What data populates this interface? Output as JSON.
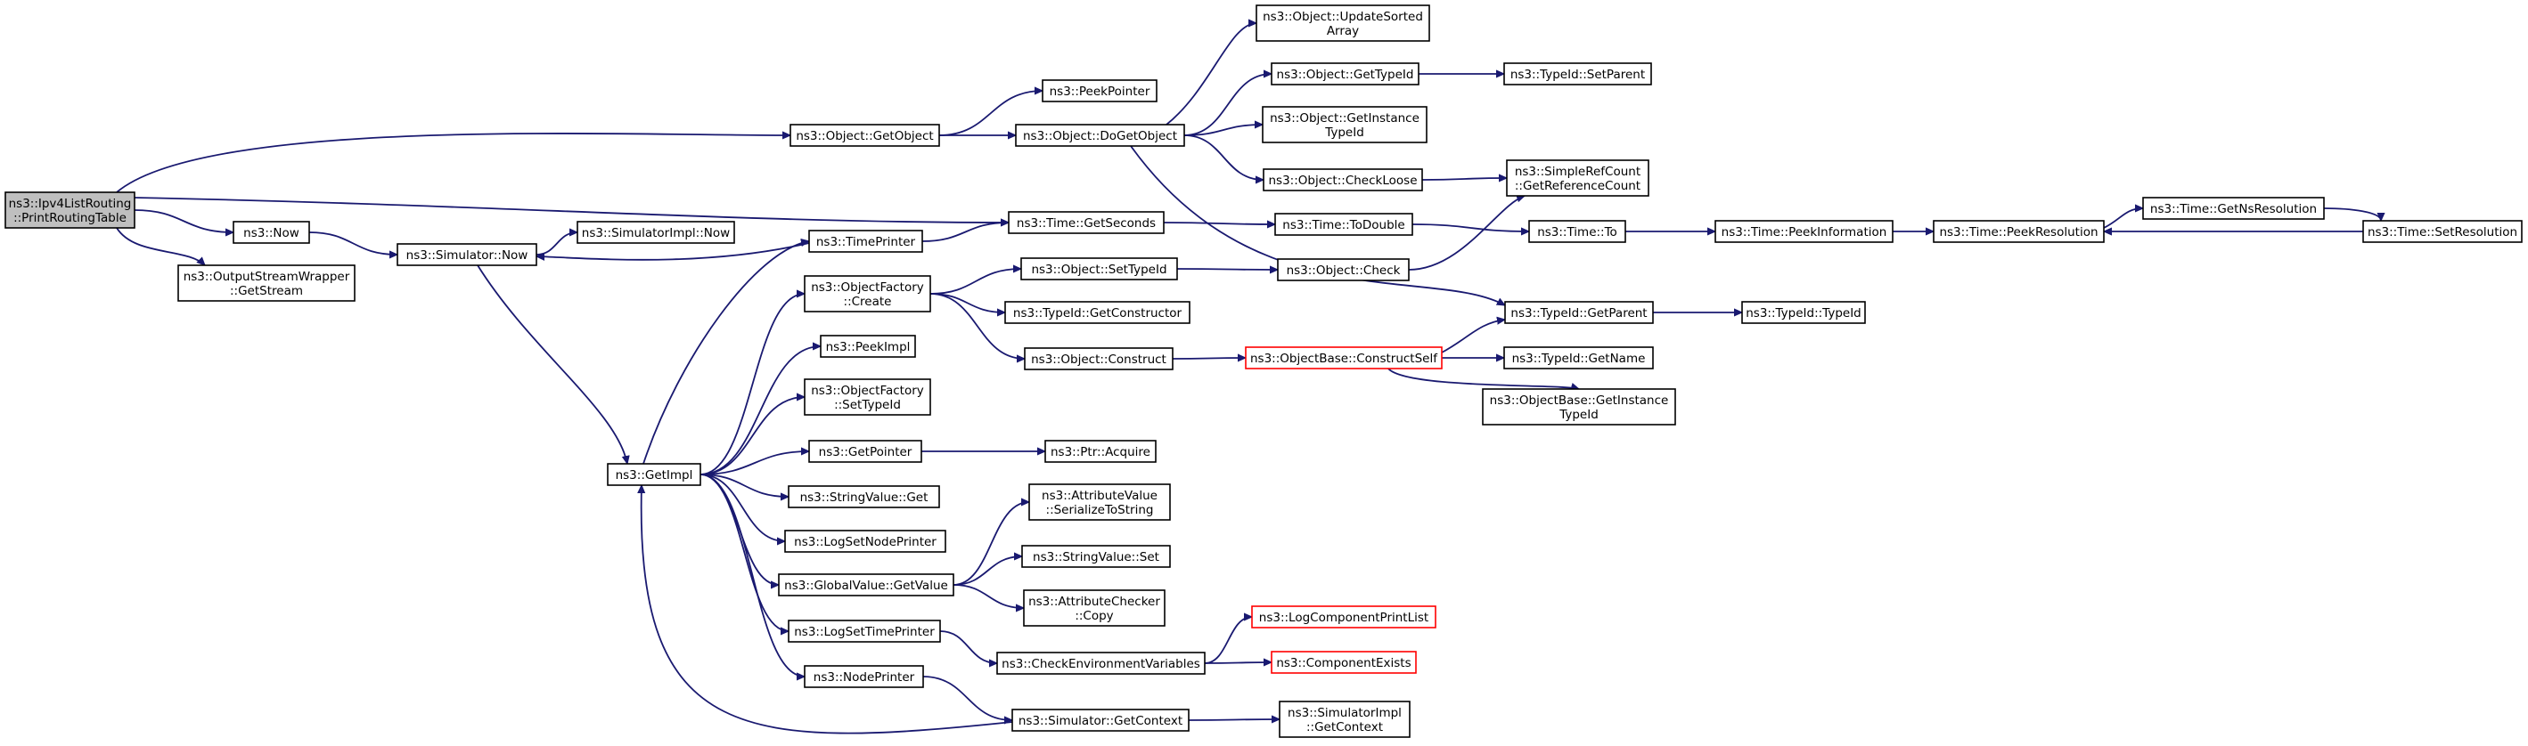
{
  "diagram": {
    "colors": {
      "edge": "#191970",
      "node_border": "#000000",
      "truncated_border": "#ff0000",
      "root_fill": "#bfbfbf",
      "node_fill": "#ffffff"
    },
    "nodes": [
      {
        "id": "root",
        "lines": [
          "ns3::Ipv4ListRouting",
          "::PrintRoutingTable"
        ],
        "style": "root"
      },
      {
        "id": "now",
        "lines": [
          "ns3::Now"
        ]
      },
      {
        "id": "osw",
        "lines": [
          "ns3::OutputStreamWrapper",
          "::GetStream"
        ]
      },
      {
        "id": "simnow",
        "lines": [
          "ns3::Simulator::Now"
        ]
      },
      {
        "id": "simimplnow",
        "lines": [
          "ns3::SimulatorImpl::Now"
        ]
      },
      {
        "id": "getimpl",
        "lines": [
          "ns3::GetImpl"
        ]
      },
      {
        "id": "timeprinter",
        "lines": [
          "ns3::TimePrinter"
        ]
      },
      {
        "id": "objfactcreate",
        "lines": [
          "ns3::ObjectFactory",
          "::Create"
        ]
      },
      {
        "id": "peekimpl",
        "lines": [
          "ns3::PeekImpl"
        ]
      },
      {
        "id": "objfactset",
        "lines": [
          "ns3::ObjectFactory",
          "::SetTypeId"
        ]
      },
      {
        "id": "getpointer",
        "lines": [
          "ns3::GetPointer"
        ]
      },
      {
        "id": "strvalget",
        "lines": [
          "ns3::StringValue::Get"
        ]
      },
      {
        "id": "lognode",
        "lines": [
          "ns3::LogSetNodePrinter"
        ]
      },
      {
        "id": "gvget",
        "lines": [
          "ns3::GlobalValue::GetValue"
        ]
      },
      {
        "id": "logtime",
        "lines": [
          "ns3::LogSetTimePrinter"
        ]
      },
      {
        "id": "nodeprinter",
        "lines": [
          "ns3::NodePrinter"
        ]
      },
      {
        "id": "getobject",
        "lines": [
          "ns3::Object::GetObject"
        ]
      },
      {
        "id": "peekpointer",
        "lines": [
          "ns3::PeekPointer"
        ]
      },
      {
        "id": "dogetobject",
        "lines": [
          "ns3::Object::DoGetObject"
        ]
      },
      {
        "id": "getseconds",
        "lines": [
          "ns3::Time::GetSeconds"
        ]
      },
      {
        "id": "settypeid",
        "lines": [
          "ns3::Object::SetTypeId"
        ]
      },
      {
        "id": "getctor",
        "lines": [
          "ns3::TypeId::GetConstructor"
        ]
      },
      {
        "id": "construct",
        "lines": [
          "ns3::Object::Construct"
        ]
      },
      {
        "id": "ptracquire",
        "lines": [
          "ns3::Ptr::Acquire"
        ]
      },
      {
        "id": "serialize",
        "lines": [
          "ns3::AttributeValue",
          "::SerializeToString"
        ]
      },
      {
        "id": "strset",
        "lines": [
          "ns3::StringValue::Set"
        ]
      },
      {
        "id": "checkercopy",
        "lines": [
          "ns3::AttributeChecker",
          "::Copy"
        ]
      },
      {
        "id": "checkenv",
        "lines": [
          "ns3::CheckEnvironmentVariables"
        ]
      },
      {
        "id": "simgetctx",
        "lines": [
          "ns3::Simulator::GetContext"
        ]
      },
      {
        "id": "updsorted",
        "lines": [
          "ns3::Object::UpdateSorted",
          "Array"
        ]
      },
      {
        "id": "objgettid",
        "lines": [
          "ns3::Object::GetTypeId"
        ]
      },
      {
        "id": "getinsttid",
        "lines": [
          "ns3::Object::GetInstance",
          "TypeId"
        ]
      },
      {
        "id": "checkloose",
        "lines": [
          "ns3::Object::CheckLoose"
        ]
      },
      {
        "id": "todouble",
        "lines": [
          "ns3::Time::ToDouble"
        ]
      },
      {
        "id": "objcheck",
        "lines": [
          "ns3::Object::Check"
        ]
      },
      {
        "id": "constructself",
        "lines": [
          "ns3::ObjectBase::ConstructSelf"
        ],
        "style": "trunc"
      },
      {
        "id": "logcomplist",
        "lines": [
          "ns3::LogComponentPrintList"
        ],
        "style": "trunc"
      },
      {
        "id": "compexists",
        "lines": [
          "ns3::ComponentExists"
        ],
        "style": "trunc"
      },
      {
        "id": "simimplctx",
        "lines": [
          "ns3::SimulatorImpl",
          "::GetContext"
        ]
      },
      {
        "id": "tidsetparent",
        "lines": [
          "ns3::TypeId::SetParent"
        ]
      },
      {
        "id": "refcount",
        "lines": [
          "ns3::SimpleRefCount",
          "::GetReferenceCount"
        ]
      },
      {
        "id": "timeto",
        "lines": [
          "ns3::Time::To"
        ]
      },
      {
        "id": "tidgetparent",
        "lines": [
          "ns3::TypeId::GetParent"
        ]
      },
      {
        "id": "tidgetname",
        "lines": [
          "ns3::TypeId::GetName"
        ]
      },
      {
        "id": "obgetinsttid",
        "lines": [
          "ns3::ObjectBase::GetInstance",
          "TypeId"
        ]
      },
      {
        "id": "peekinfo",
        "lines": [
          "ns3::Time::PeekInformation"
        ]
      },
      {
        "id": "tidtid",
        "lines": [
          "ns3::TypeId::TypeId"
        ]
      },
      {
        "id": "peekres",
        "lines": [
          "ns3::Time::PeekResolution"
        ]
      },
      {
        "id": "getnsres",
        "lines": [
          "ns3::Time::GetNsResolution"
        ]
      },
      {
        "id": "setres",
        "lines": [
          "ns3::Time::SetResolution"
        ]
      }
    ],
    "edges": [
      {
        "from": "root",
        "to": "getobject"
      },
      {
        "from": "root",
        "to": "getseconds"
      },
      {
        "from": "root",
        "to": "now"
      },
      {
        "from": "root",
        "to": "osw"
      },
      {
        "from": "now",
        "to": "simnow"
      },
      {
        "from": "simnow",
        "to": "simimplnow"
      },
      {
        "from": "simnow",
        "to": "getimpl"
      },
      {
        "from": "timeprinter",
        "to": "simnow"
      },
      {
        "from": "timeprinter",
        "to": "getseconds"
      },
      {
        "from": "getimpl",
        "to": "timeprinter"
      },
      {
        "from": "getimpl",
        "to": "objfactcreate"
      },
      {
        "from": "getimpl",
        "to": "peekimpl"
      },
      {
        "from": "getimpl",
        "to": "objfactset"
      },
      {
        "from": "getimpl",
        "to": "getpointer"
      },
      {
        "from": "getimpl",
        "to": "strvalget"
      },
      {
        "from": "getimpl",
        "to": "lognode"
      },
      {
        "from": "getimpl",
        "to": "gvget"
      },
      {
        "from": "getimpl",
        "to": "logtime"
      },
      {
        "from": "getimpl",
        "to": "nodeprinter"
      },
      {
        "from": "simgetctx",
        "to": "getimpl"
      },
      {
        "from": "getobject",
        "to": "peekpointer"
      },
      {
        "from": "getobject",
        "to": "dogetobject"
      },
      {
        "from": "dogetobject",
        "to": "updsorted"
      },
      {
        "from": "dogetobject",
        "to": "objgettid"
      },
      {
        "from": "dogetobject",
        "to": "getinsttid"
      },
      {
        "from": "dogetobject",
        "to": "checkloose"
      },
      {
        "from": "dogetobject",
        "to": "tidgetparent"
      },
      {
        "from": "objgettid",
        "to": "tidsetparent"
      },
      {
        "from": "checkloose",
        "to": "refcount"
      },
      {
        "from": "getseconds",
        "to": "todouble"
      },
      {
        "from": "todouble",
        "to": "timeto"
      },
      {
        "from": "timeto",
        "to": "peekinfo"
      },
      {
        "from": "peekinfo",
        "to": "peekres"
      },
      {
        "from": "peekres",
        "to": "getnsres"
      },
      {
        "from": "getnsres",
        "to": "setres"
      },
      {
        "from": "setres",
        "to": "peekres"
      },
      {
        "from": "objfactcreate",
        "to": "settypeid"
      },
      {
        "from": "objfactcreate",
        "to": "getctor"
      },
      {
        "from": "objfactcreate",
        "to": "construct"
      },
      {
        "from": "settypeid",
        "to": "objcheck"
      },
      {
        "from": "objcheck",
        "to": "refcount"
      },
      {
        "from": "construct",
        "to": "constructself"
      },
      {
        "from": "constructself",
        "to": "tidgetparent"
      },
      {
        "from": "constructself",
        "to": "tidgetname"
      },
      {
        "from": "constructself",
        "to": "obgetinsttid"
      },
      {
        "from": "tidgetparent",
        "to": "tidtid"
      },
      {
        "from": "getpointer",
        "to": "ptracquire"
      },
      {
        "from": "gvget",
        "to": "serialize"
      },
      {
        "from": "gvget",
        "to": "strset"
      },
      {
        "from": "gvget",
        "to": "checkercopy"
      },
      {
        "from": "logtime",
        "to": "checkenv"
      },
      {
        "from": "checkenv",
        "to": "logcomplist"
      },
      {
        "from": "checkenv",
        "to": "compexists"
      },
      {
        "from": "nodeprinter",
        "to": "simgetctx"
      },
      {
        "from": "simgetctx",
        "to": "simimplctx"
      }
    ]
  }
}
